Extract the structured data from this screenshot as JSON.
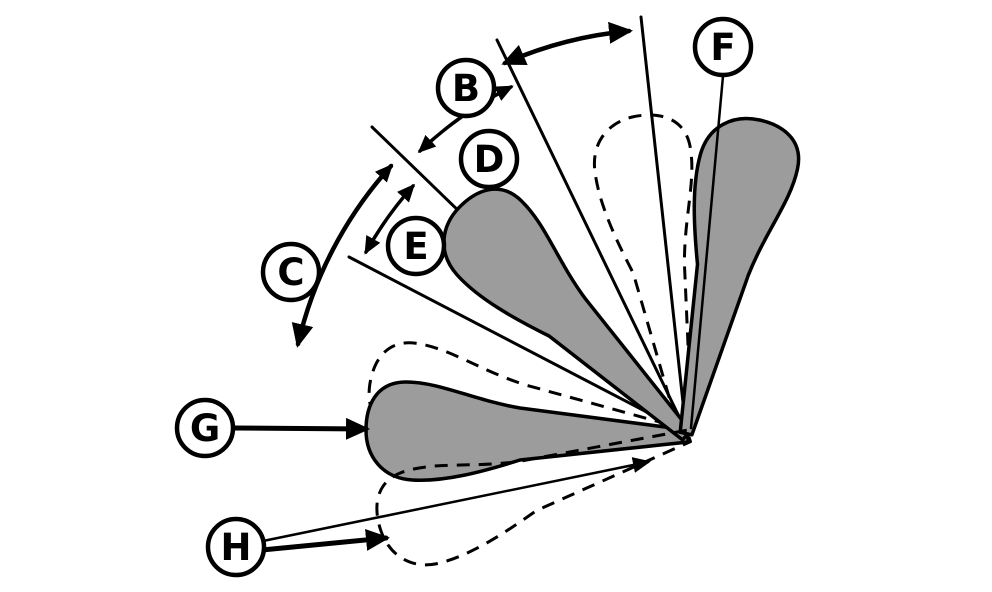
{
  "diagram": {
    "description": "Lever travel / angle positions diagram",
    "background_color": "#ffffff",
    "lever_fill_color": "#9c9c9c",
    "line_color": "#000000",
    "callouts": {
      "b": "B",
      "c": "C",
      "d": "D",
      "e": "E",
      "f": "F",
      "g": "G",
      "h": "H"
    }
  }
}
